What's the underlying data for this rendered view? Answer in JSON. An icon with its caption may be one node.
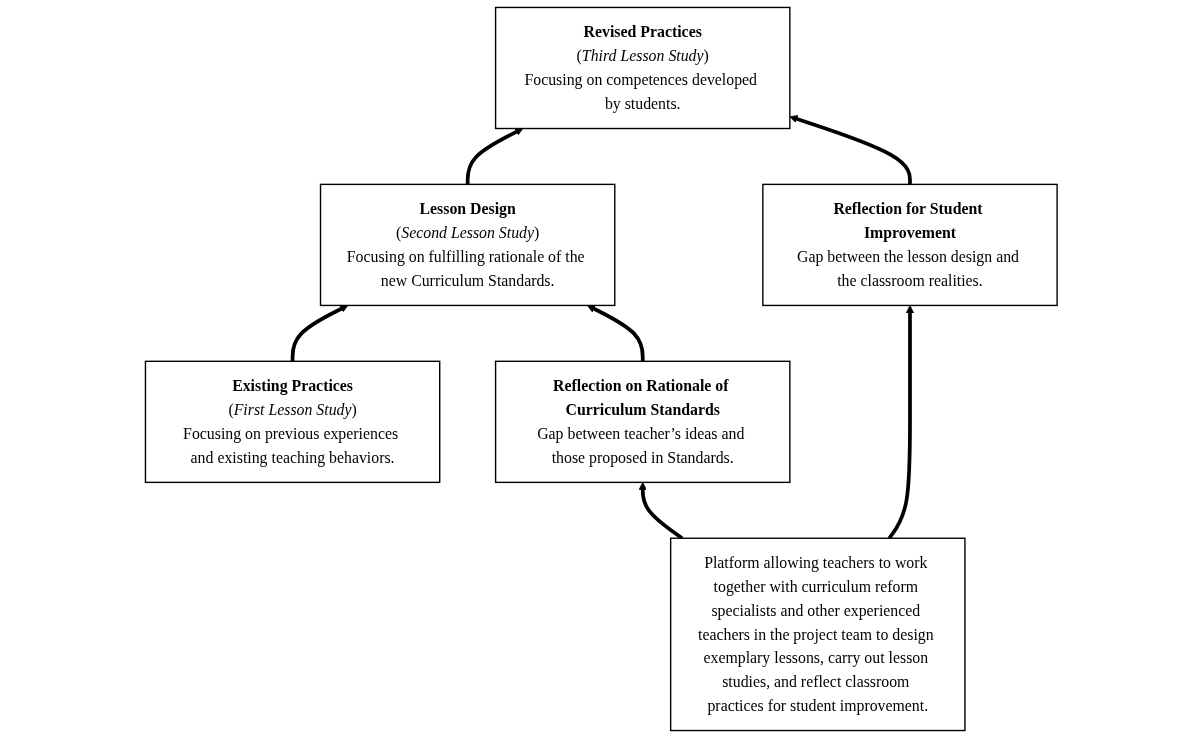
{
  "diagram": {
    "nodes": [
      {
        "text": [
          "Existing Practices",
          "(*First Lesson Study*)",
          "Focusing on previous experiences and existing teaching behaviors."
        ]
      },
      {
        "text": [
          "Lesson Design",
          "(*Second Lesson Study*)",
          "Focusing on fulfilling rationale of the new Curriculum Standards."
        ]
      },
      {
        "text": [
          "Revised Practices",
          "(*Third Lesson Study*)",
          "Focusing on competences developed by students."
        ]
      },
      {
        "text": [
          "Reflection on Rationale of Curriculum Standards",
          "Gap between teacher’s ideas and those proposed in Standards."
        ]
      },
      {
        "text": [
          "Reflection for Student Improvement",
          "Gap between the lesson design and the classroom realities."
        ]
      },
      {
        "text": [
          "Platform allowing teachers to work together with curriculum reform specialists and other experienced teachers in the project team to design exemplary lessons, carry out lesson studies, and reflect classroom practices for student improvement."
        ]
      }
    ],
    "edges": [
      {
        "from": 0,
        "to": 1,
        "arrow": "to"
      },
      {
        "from": 1,
        "to": 2,
        "arrow": "to"
      },
      {
        "from": 3,
        "to": 1,
        "arrow": "to"
      },
      {
        "from": 4,
        "to": 2,
        "arrow": "to"
      },
      {
        "from": 5,
        "to": 3,
        "arrow": "to"
      },
      {
        "from": 5,
        "to": 4,
        "arrow": "to"
      }
    ]
  }
}
